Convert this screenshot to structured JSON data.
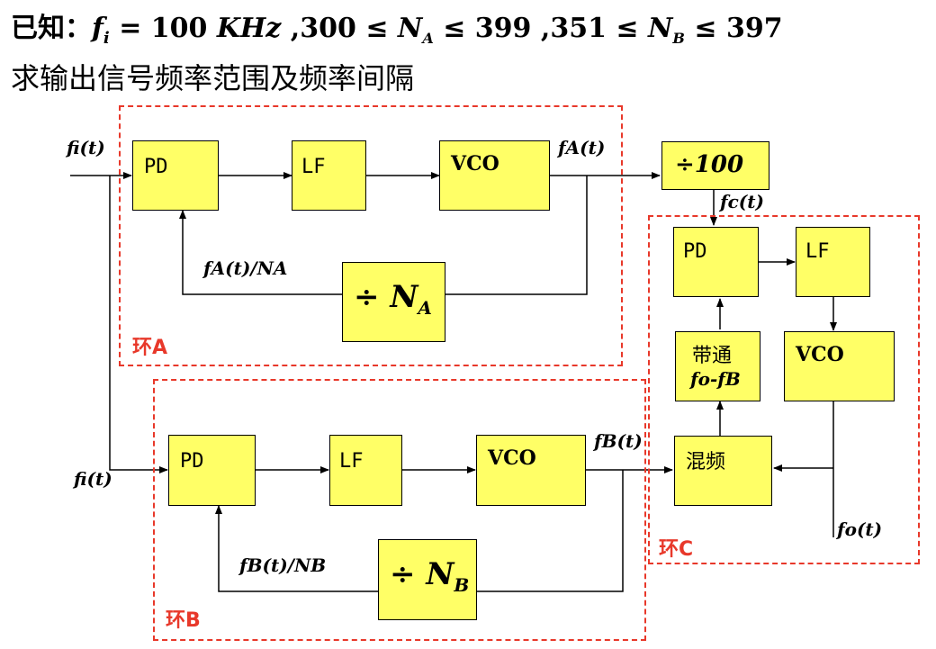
{
  "header": {
    "line1_prefix": "已知：",
    "fi_sym": "f",
    "fi_sub": "i",
    "line1_eq": "= 100",
    "khz": "KHz",
    "range_a_low": ",300",
    "le": "≤",
    "na_sym": "N",
    "na_sub": "A",
    "range_a_high": "399",
    "range_b_low": ",351",
    "nb_sym": "N",
    "nb_sub": "B",
    "range_b_high": "397",
    "line2": "求输出信号频率范围及频率间隔"
  },
  "loops": {
    "a": "环A",
    "b": "环B",
    "c": "环C"
  },
  "blocks": {
    "pd": "PD",
    "lf": "LF",
    "vco": "VCO",
    "div100": "÷100",
    "div_na_symbol": "÷",
    "div_na_n": "N",
    "div_na_sub": "A",
    "div_nb_symbol": "÷",
    "div_nb_n": "N",
    "div_nb_sub": "B",
    "bandpass_line1": "带通",
    "bandpass_line2": "fo-fB",
    "mixer": "混频"
  },
  "signals": {
    "fi": "fi(t)",
    "fa": "fA(t)",
    "fb": "fB(t)",
    "fc": "fc(t)",
    "fo": "fo(t)",
    "fa_div": "fA(t)/NA",
    "fb_div": "fB(t)/NB"
  },
  "colors": {
    "block_fill": "#ffff66",
    "loop_border": "#e8382a"
  }
}
